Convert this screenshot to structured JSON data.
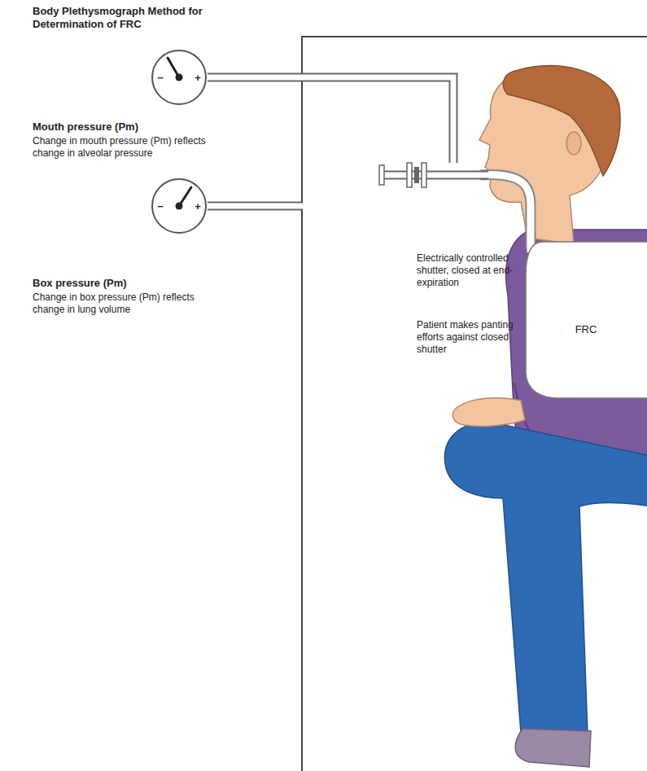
{
  "diagram": {
    "title": "Body Plethysmograph Method for Determination of FRC",
    "nodes": [
      {
        "text": [
          "−",
          "+"
        ]
      },
      {
        "text": [
          "−",
          "+"
        ]
      },
      {
        "text": [
          "FRC"
        ]
      }
    ],
    "labels": [
      "Mouth pressure (Pm)",
      "Change in mouth pressure (Pm) reflects change in alveolar pressure",
      "Electrically controlled shutter, closed at end-expiration",
      "Box pressure (Pm)",
      "Change in box pressure (Pm) reflects change in lung volume",
      "Patient makes panting efforts against closed shutter"
    ]
  }
}
